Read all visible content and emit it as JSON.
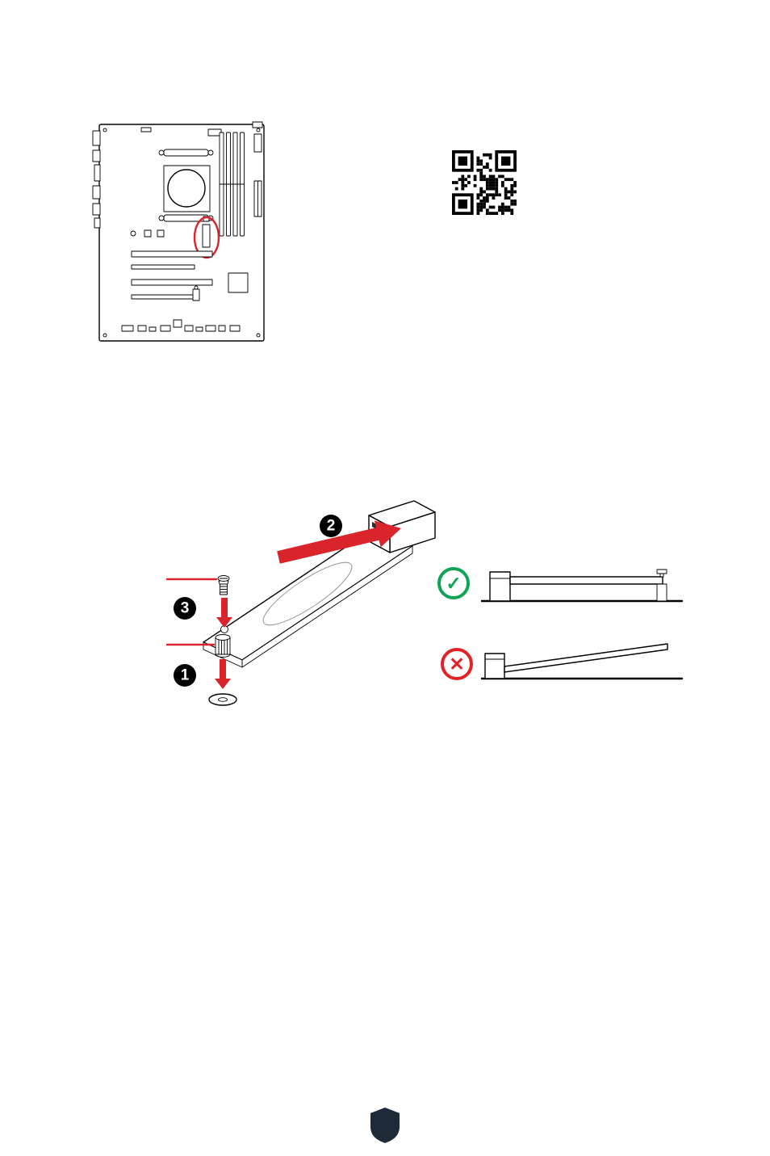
{
  "colors": {
    "paper": "#ffffff",
    "ink": "#000000",
    "accent_red": "#d9242b",
    "success_green": "#0fa356",
    "error_red": "#e32228",
    "shield_navy": "#1f2a38"
  },
  "installation": {
    "step_1": "1",
    "step_2": "2",
    "step_3": "3"
  },
  "validity": {
    "correct_glyph": "✓",
    "incorrect_glyph": "✕"
  },
  "icons": {
    "qr_code": "qr-code",
    "check": "check-circle-icon",
    "cross": "cross-circle-icon",
    "shield": "page-shield-icon",
    "highlight": "m2-slot-highlight-ellipse"
  }
}
